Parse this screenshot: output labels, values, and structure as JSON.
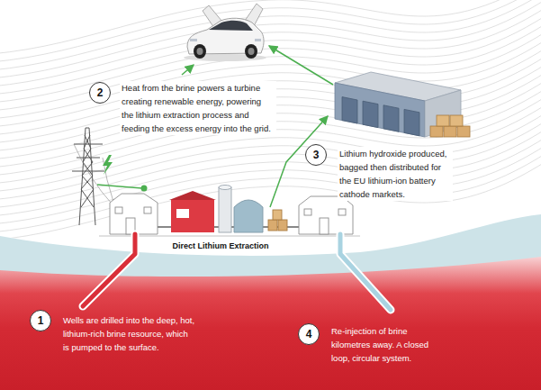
{
  "diagram": {
    "nodes": [
      {
        "text": [
          "1"
        ]
      },
      {
        "text": [
          "2"
        ]
      },
      {
        "text": [
          "3"
        ]
      },
      {
        "text": [
          "4"
        ]
      }
    ],
    "labels": [
      "Wells are drilled into the deep, hot, lithium-rich brine resource, which is pumped to the surface.",
      "Heat from the brine powers a turbine creating renewable energy, powering the lithium extraction process and feeding the excess energy into the grid.",
      "Lithium hydroxide produced, bagged then distributed for the EU lithium-ion battery cathode markets.",
      "Re-injection of brine kilometres away. A closed loop, circular system.",
      "Direct Lithium Extraction"
    ]
  }
}
